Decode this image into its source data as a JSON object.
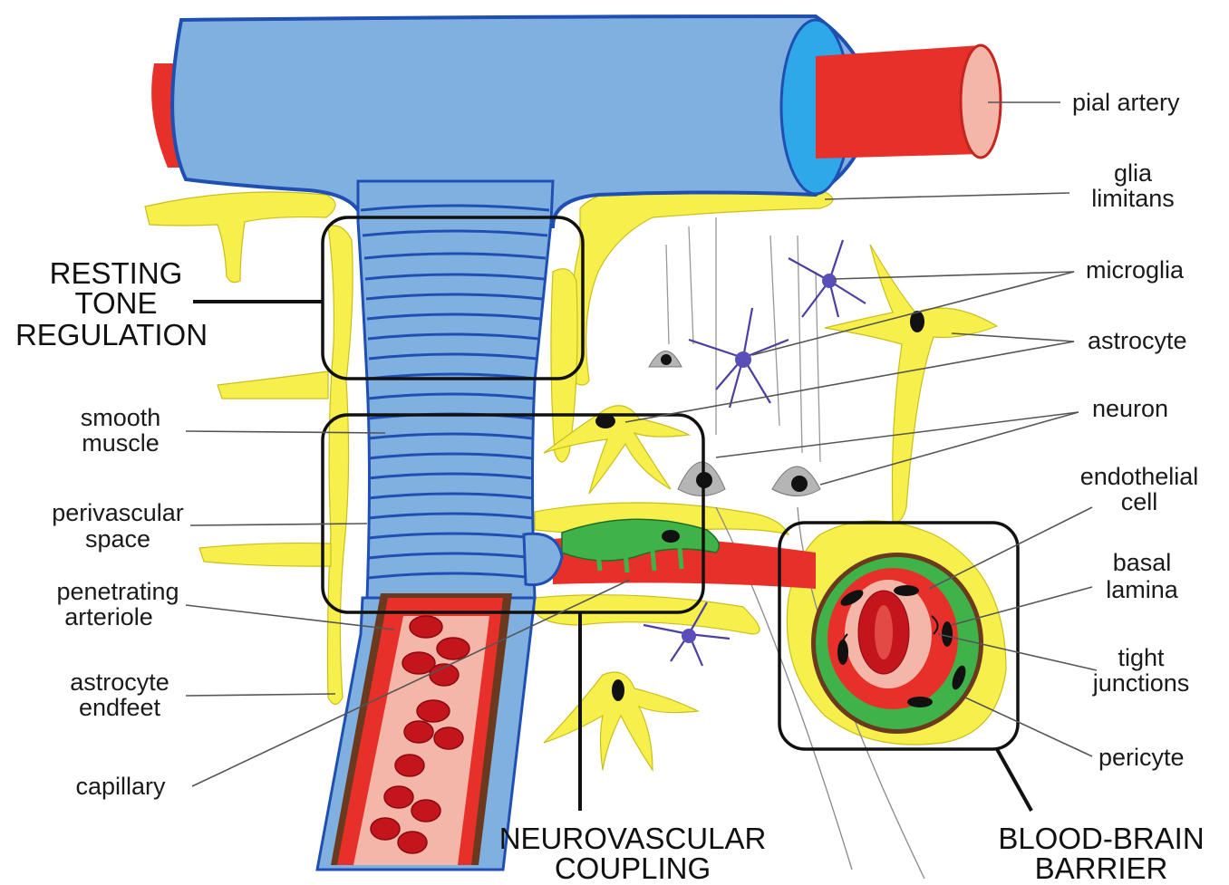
{
  "labels": {
    "pial_artery": "pial artery",
    "glia_1": "glia",
    "glia_2": "limitans",
    "microglia": "microglia",
    "astrocyte": "astrocyte",
    "neuron": "neuron",
    "endothelial_1": "endothelial",
    "endothelial_2": "cell",
    "basal_1": "basal",
    "basal_2": "lamina",
    "tight_1": "tight",
    "tight_2": "junctions",
    "pericyte": "pericyte",
    "smooth_1": "smooth",
    "smooth_2": "muscle",
    "perivascular_1": "perivascular",
    "perivascular_2": "space",
    "penetrating_1": "penetrating",
    "penetrating_2": "arteriole",
    "endfeet_1": "astrocyte",
    "endfeet_2": "endfeet",
    "capillary": "capillary"
  },
  "regions": {
    "resting_1": "RESTING",
    "resting_2": "TONE",
    "resting_3": "REGULATION",
    "nvc_1": "NEUROVASCULAR",
    "nvc_2": "COUPLING",
    "bbb_1": "BLOOD-BRAIN",
    "bbb_2": "BARRIER"
  },
  "colors": {
    "vessel_wall": "#7fb0e0",
    "vessel_outline": "#1f4fb3",
    "blood": "#e8302a",
    "glia": "#f7ef4c",
    "endothelium": "#3fb34a",
    "microglia": "#5a4fb8",
    "neuron": "#b5b5b5"
  }
}
